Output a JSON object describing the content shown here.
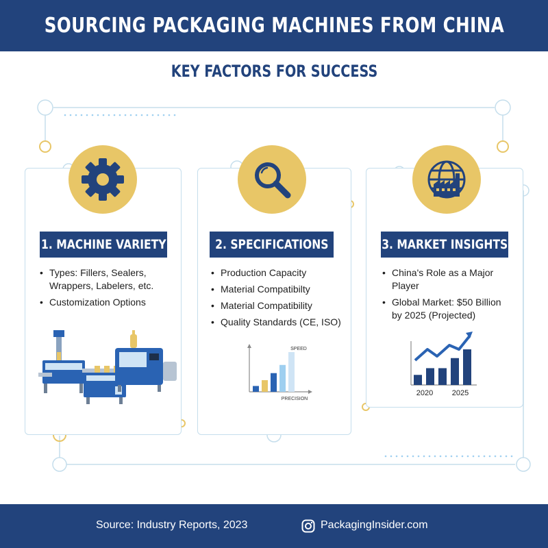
{
  "header": {
    "title": "SOURCING PACKAGING MACHINES FROM CHINA"
  },
  "subtitle": "KEY FACTORS FOR SUCCESS",
  "colors": {
    "navy": "#22437c",
    "gold": "#e8c667",
    "line": "#c5deec",
    "blue": "#2a63b3",
    "light_blue": "#9ecff0"
  },
  "cards": [
    {
      "icon": "gear-icon",
      "label": "1. MACHINE VARIETY",
      "items": [
        "Types: Fillers, Sealers, Wrappers, Labelers, etc.",
        "Customization Options"
      ],
      "illustration": "packaging-machines-illustration"
    },
    {
      "icon": "magnifier-icon",
      "label": "2. SPECIFICATIONS",
      "items": [
        "Production Capacity",
        "Material Compatibilty",
        "Material Compatibility",
        "Quality Standards (CE, ISO)"
      ],
      "chart": {
        "type": "bar",
        "ylabel": "SPEED",
        "xlabel": "PRECISION",
        "values": [
          1,
          2,
          3.2,
          4.6,
          6.8
        ],
        "bar_colors": [
          "#2a63b3",
          "#e8c667",
          "#2a63b3",
          "#9ecff0",
          "#cfe4f5"
        ]
      }
    },
    {
      "icon": "globe-factory-icon",
      "label": "3. MARKET INSIGHTS",
      "items": [
        "China's Role as a Major Player",
        "Global Market: $50 Billion by 2025 (Projected)"
      ],
      "chart": {
        "type": "bar",
        "ticks": [
          "2020",
          "2025"
        ],
        "values": [
          1.5,
          2.5,
          2.5,
          4,
          5.3
        ],
        "trend": "up"
      }
    }
  ],
  "footer": {
    "source": "Source: Industry Reports, 2023",
    "handle": "PackagingInsider.com",
    "handle_icon": "instagram-icon"
  }
}
